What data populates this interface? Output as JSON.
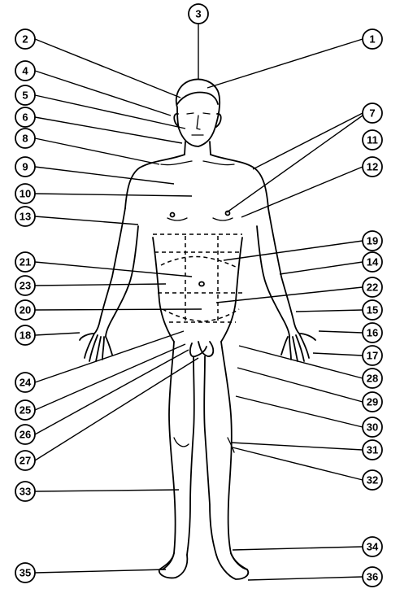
{
  "diagram": {
    "stroke_color": "#000000",
    "background": "#ffffff",
    "labels": [
      {
        "id": "label-1",
        "text": "1"
      },
      {
        "id": "label-2",
        "text": "2"
      },
      {
        "id": "label-3",
        "text": "3"
      },
      {
        "id": "label-4",
        "text": "4"
      },
      {
        "id": "label-5",
        "text": "5"
      },
      {
        "id": "label-6",
        "text": "6"
      },
      {
        "id": "label-7",
        "text": "7"
      },
      {
        "id": "label-8",
        "text": "8"
      },
      {
        "id": "label-9",
        "text": "9"
      },
      {
        "id": "label-10",
        "text": "10"
      },
      {
        "id": "label-11",
        "text": "11"
      },
      {
        "id": "label-12",
        "text": "12"
      },
      {
        "id": "label-13",
        "text": "13"
      },
      {
        "id": "label-14",
        "text": "14"
      },
      {
        "id": "label-15",
        "text": "15"
      },
      {
        "id": "label-16",
        "text": "16"
      },
      {
        "id": "label-17",
        "text": "17"
      },
      {
        "id": "label-18",
        "text": "18"
      },
      {
        "id": "label-19",
        "text": "19"
      },
      {
        "id": "label-20",
        "text": "20"
      },
      {
        "id": "label-21",
        "text": "21"
      },
      {
        "id": "label-22",
        "text": "22"
      },
      {
        "id": "label-23",
        "text": "23"
      },
      {
        "id": "label-24",
        "text": "24"
      },
      {
        "id": "label-25",
        "text": "25"
      },
      {
        "id": "label-26",
        "text": "26"
      },
      {
        "id": "label-27",
        "text": "27"
      },
      {
        "id": "label-28",
        "text": "28"
      },
      {
        "id": "label-29",
        "text": "29"
      },
      {
        "id": "label-30",
        "text": "30"
      },
      {
        "id": "label-31",
        "text": "31"
      },
      {
        "id": "label-32",
        "text": "32"
      },
      {
        "id": "label-33",
        "text": "33"
      },
      {
        "id": "label-34",
        "text": "34"
      },
      {
        "id": "label-35",
        "text": "35"
      },
      {
        "id": "label-36",
        "text": "36"
      }
    ]
  }
}
